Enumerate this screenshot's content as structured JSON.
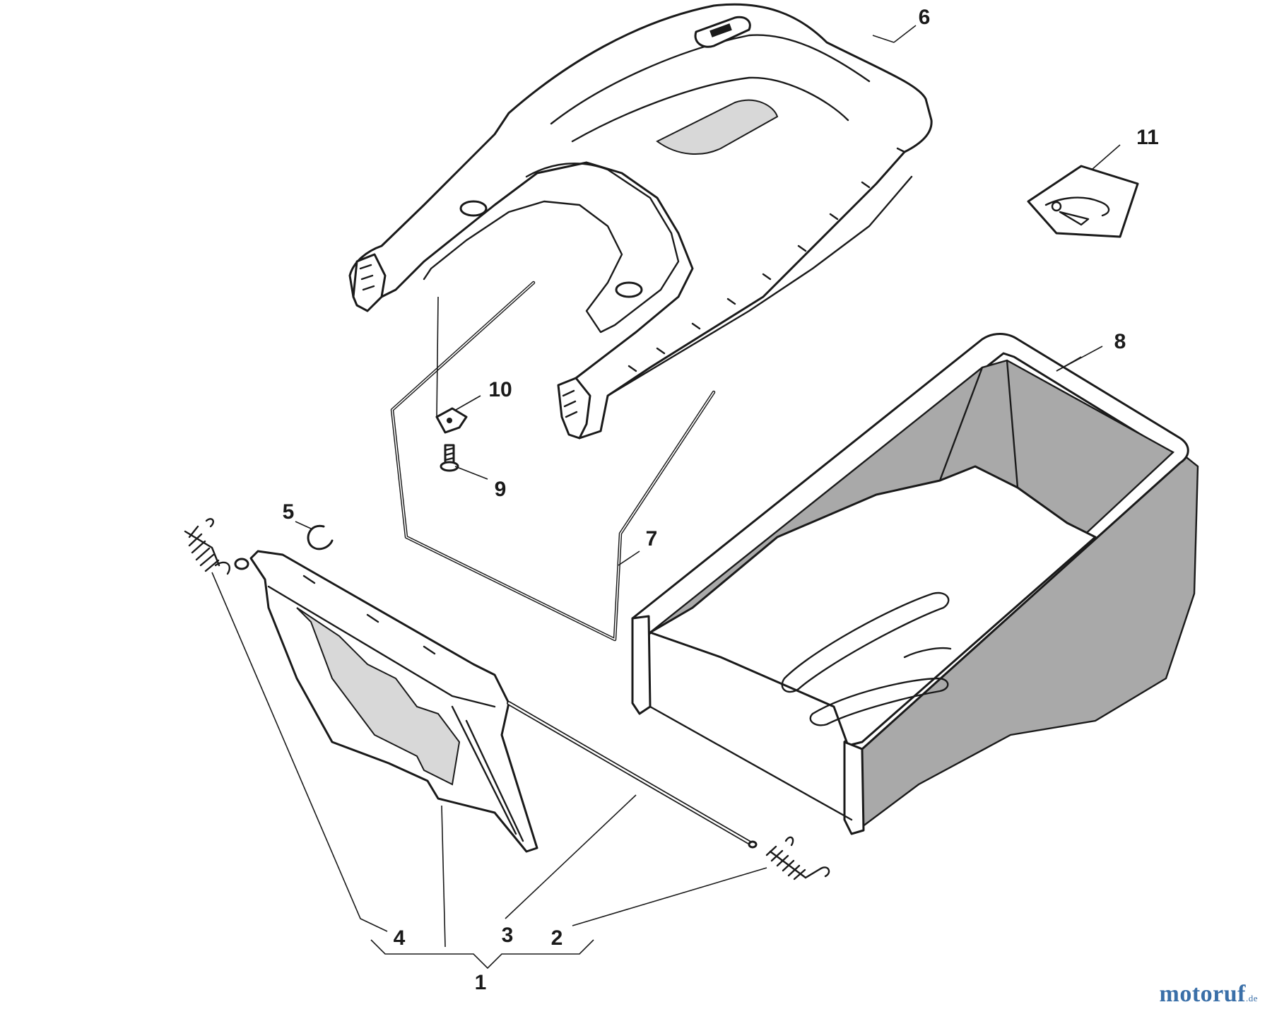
{
  "diagram": {
    "callouts": {
      "c1": "1",
      "c2": "2",
      "c3": "3",
      "c4": "4",
      "c5": "5",
      "c6": "6",
      "c7": "7",
      "c8": "8",
      "c9": "9",
      "c10": "10",
      "c11": "11"
    },
    "parts": [
      "grass-bag-assembly",
      "spring-right",
      "rod",
      "spring-left",
      "circlip",
      "bag-top-cover",
      "wire-frame",
      "grass-bag",
      "screw",
      "clip",
      "hardware-bag"
    ],
    "colors": {
      "line": "#1a1a1a",
      "bag_shade": "#a9a9a9",
      "watermark": "#3a6fa8"
    }
  },
  "watermark": {
    "main": "motoruf",
    "tld": ".de"
  }
}
